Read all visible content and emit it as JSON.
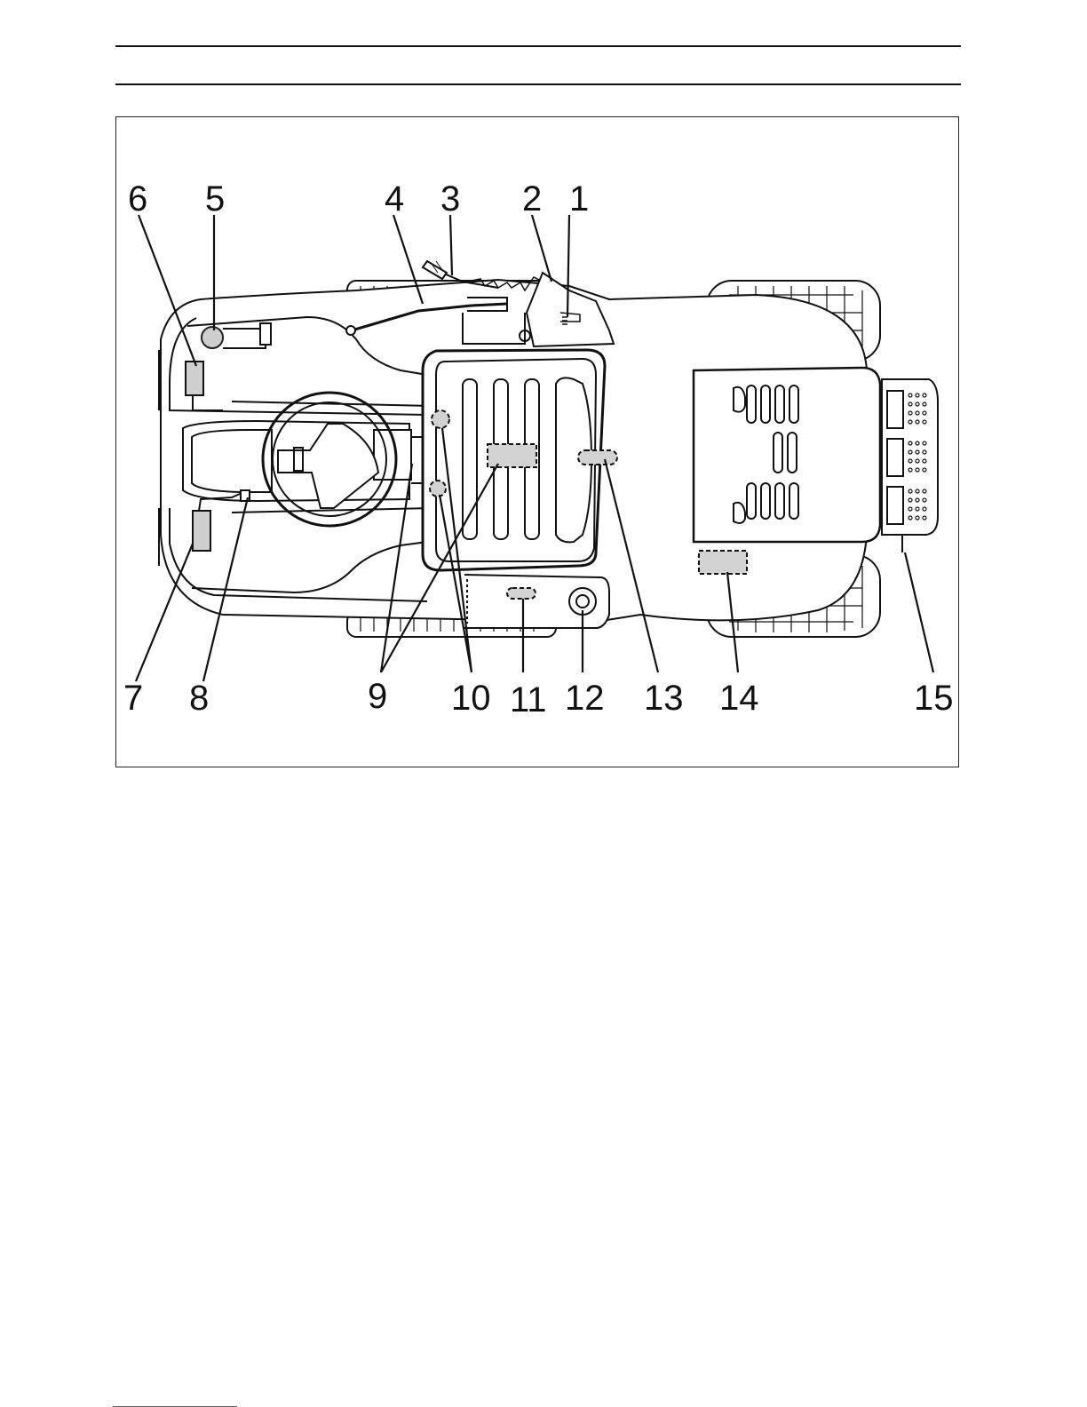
{
  "figure": {
    "callouts": [
      "1",
      "2",
      "3",
      "4",
      "5",
      "6",
      "7",
      "8",
      "9",
      "10",
      "11",
      "12",
      "13",
      "14",
      "15"
    ]
  },
  "colors": {
    "ink": "#111111",
    "label_fill": "#d2d2d2",
    "footer_link": "#3b5bdb"
  }
}
